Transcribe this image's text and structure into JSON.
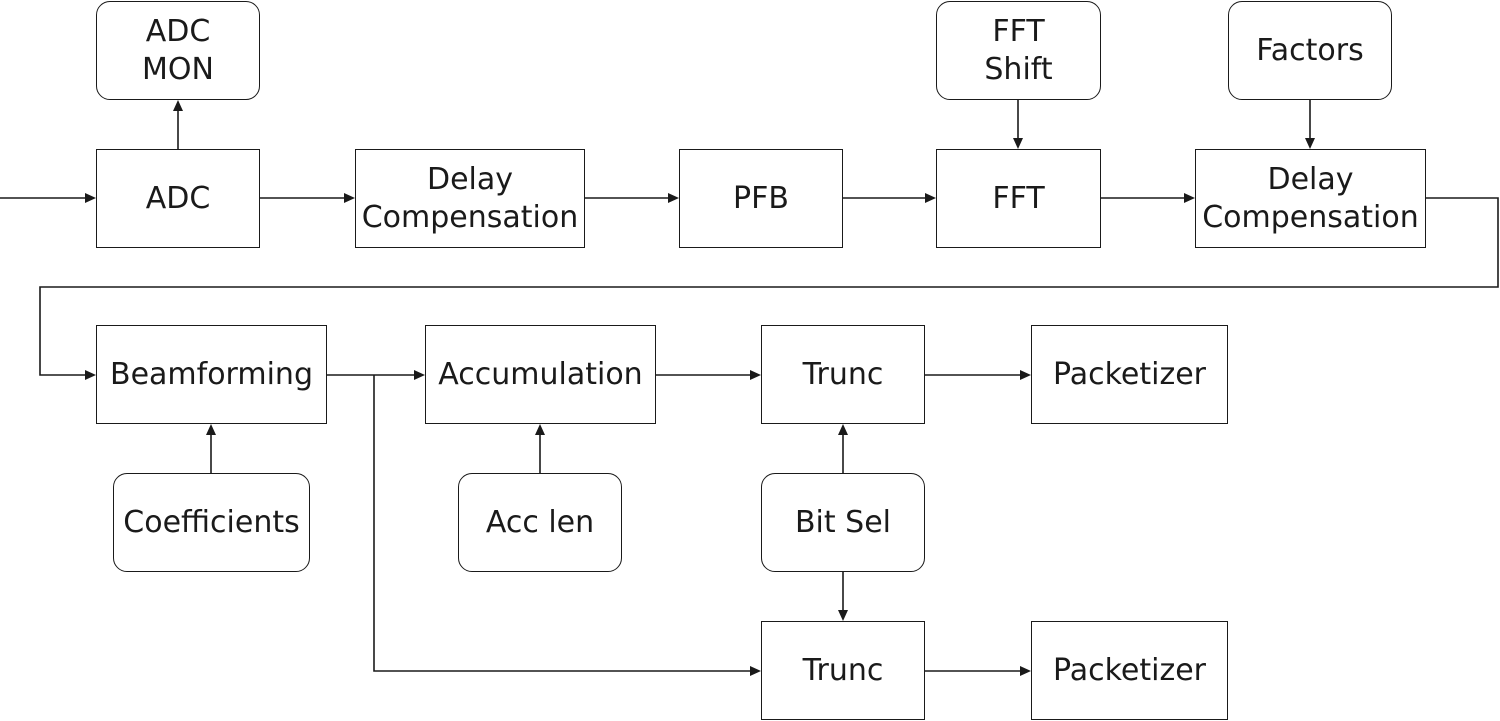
{
  "blocks": {
    "adc_mon": "ADC\nMON",
    "adc": "ADC",
    "delay_comp_1": "Delay\nCompensation",
    "pfb": "PFB",
    "fft_shift": "FFT\nShift",
    "fft": "FFT",
    "factors": "Factors",
    "delay_comp_2": "Delay\nCompensation",
    "beamforming": "Beamforming",
    "coefficients": "Coefficients",
    "accumulation": "Accumulation",
    "acc_len": "Acc len",
    "trunc_1": "Trunc",
    "bit_sel": "Bit Sel",
    "packetizer_1": "Packetizer",
    "trunc_2": "Trunc",
    "packetizer_2": "Packetizer"
  }
}
